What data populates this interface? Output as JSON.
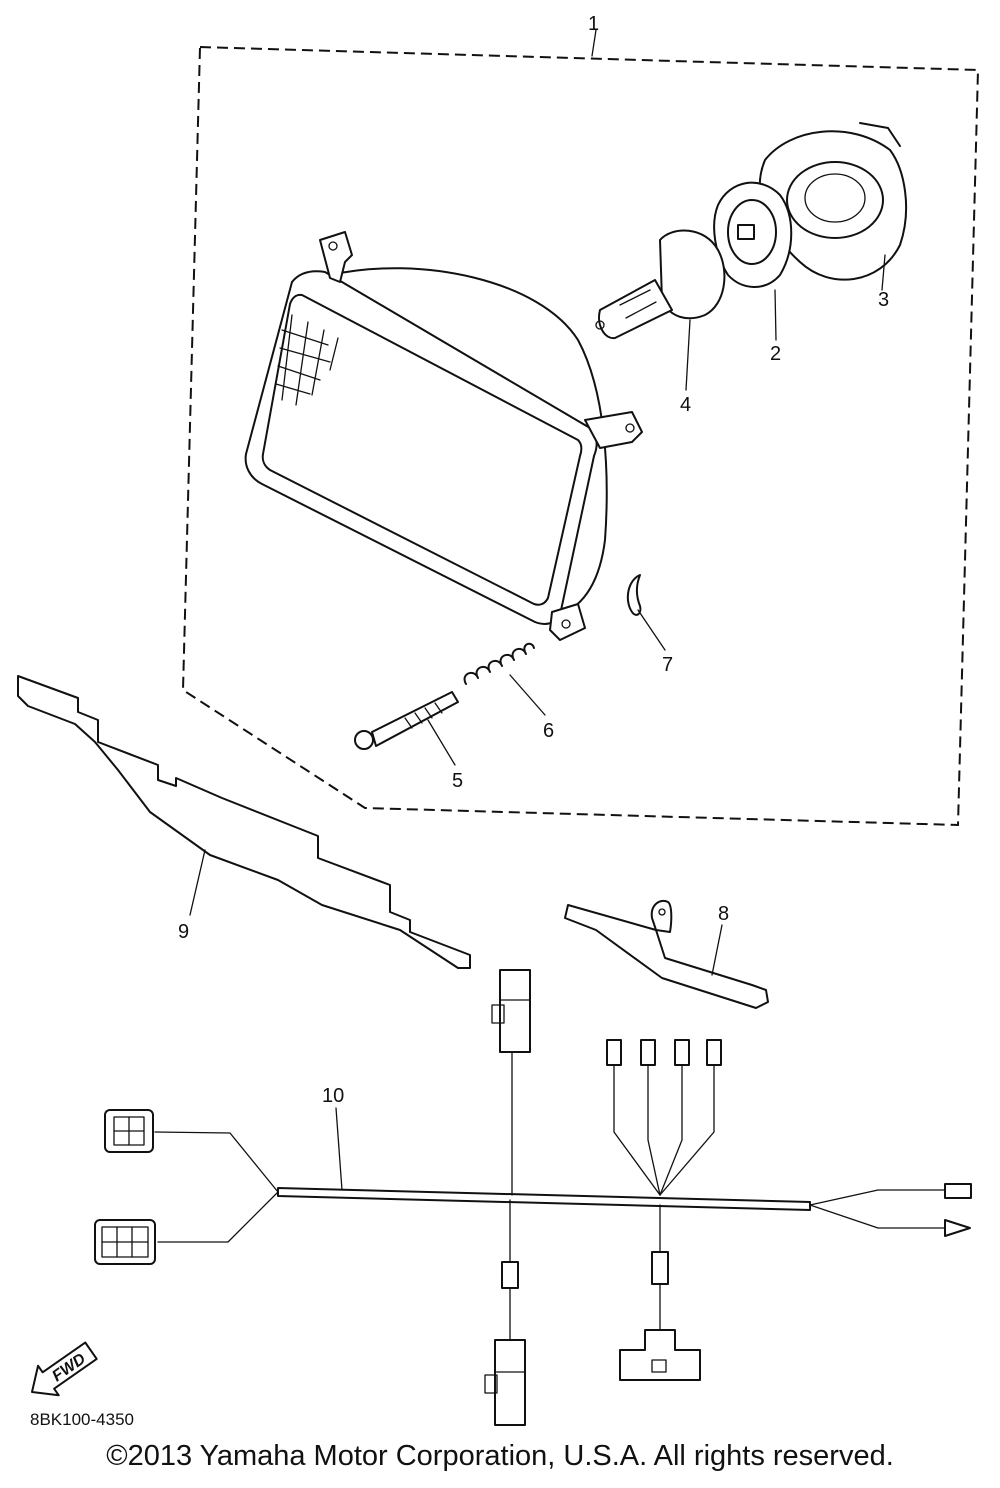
{
  "diagram": {
    "callouts": [
      "1",
      "2",
      "3",
      "4",
      "5",
      "6",
      "7",
      "8",
      "9",
      "10"
    ],
    "fwd_label": "FWD",
    "diagram_code": "8BK100-4350",
    "copyright": "©2013 Yamaha Motor Corporation, U.S.A. All rights reserved."
  }
}
